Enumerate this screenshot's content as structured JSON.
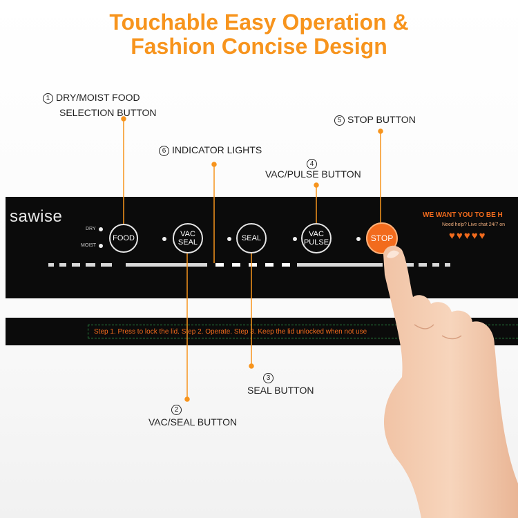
{
  "headline": {
    "line1": "Touchable Easy Operation &",
    "line2": "Fashion Concise Design"
  },
  "panel": {
    "brand": "sawise",
    "dry_label": "DRY",
    "moist_label": "MOIST",
    "buttons": {
      "food": "FOOD",
      "vac_seal_line1": "VAC",
      "vac_seal_line2": "SEAL",
      "seal": "SEAL",
      "vac_pulse_line1": "VAC",
      "vac_pulse_line2": "PULSE",
      "stop": "STOP"
    },
    "promo_title": "WE WANT YOU TO BE H",
    "promo_sub": "Need help? Live chat 24/7 on",
    "steps_text": "Step 1. Press to lock the lid.  Step 2. Operate.  Step 3. Keep the lid unlocked when not use"
  },
  "annotations": {
    "food": {
      "num": "1",
      "line1": "DRY/MOIST FOOD",
      "line2": "SELECTION BUTTON"
    },
    "lights": {
      "num": "6",
      "text": "INDICATOR LIGHTS"
    },
    "pulse": {
      "num": "4",
      "text": "VAC/PULSE BUTTON"
    },
    "stop": {
      "num": "5",
      "text": "STOP BUTTON"
    },
    "seal": {
      "num": "3",
      "text": "SEAL BUTTON"
    },
    "vacseal": {
      "num": "2",
      "text": "VAC/SEAL BUTTON"
    }
  },
  "colors": {
    "accent": "#f7941d",
    "panel": "#0b0b0b",
    "stop": "#f26b1d"
  }
}
